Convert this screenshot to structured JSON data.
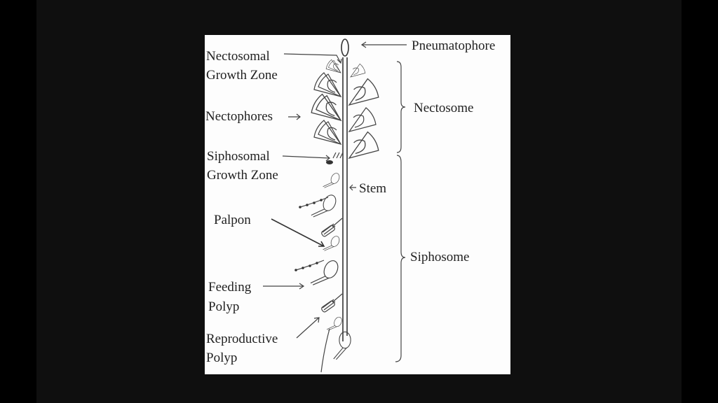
{
  "diagram": {
    "labels": {
      "pneumatophore": "Pneumatophore",
      "nectosomal_1": "Nectosomal",
      "nectosomal_2": "Growth Zone",
      "nectophores": "Nectophores",
      "nectosome": "Nectosome",
      "siphosomal_1": "Siphosomal",
      "siphosomal_2": "Growth Zone",
      "stem": "Stem",
      "palpon": "Palpon",
      "siphosome": "Siphosome",
      "feeding_1": "Feeding",
      "feeding_2": "Polyp",
      "reproductive_1": "Reproductive",
      "reproductive_2": "Polyp"
    }
  }
}
